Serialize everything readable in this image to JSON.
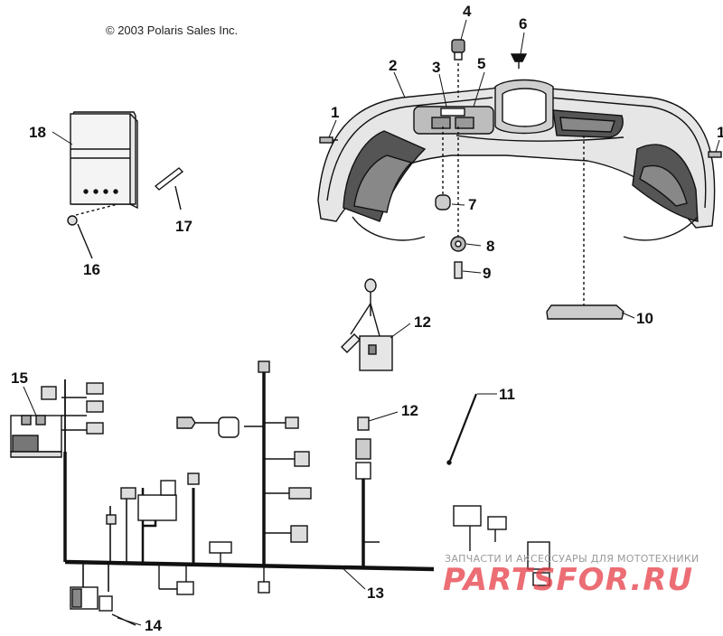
{
  "copyright": "© 2003 Polaris Sales Inc.",
  "callouts": {
    "c1_left": "1",
    "c1_right": "1",
    "c2": "2",
    "c3": "3",
    "c4": "4",
    "c5": "5",
    "c6": "6",
    "c7": "7",
    "c8": "8",
    "c9": "9",
    "c10": "10",
    "c11": "11",
    "c12_top": "12",
    "c12_mid": "12",
    "c13": "13",
    "c14": "14",
    "c15": "15",
    "c16": "16",
    "c17": "17",
    "c18": "18"
  },
  "watermark": {
    "caption": "ЗАПЧАСТИ И АКСЕССУАРЫ ДЛЯ МОТОТЕХНИКИ",
    "logo": "PARTSFOR.RU"
  },
  "colors": {
    "line": "#111111",
    "watermark_red": "#e63c46"
  }
}
